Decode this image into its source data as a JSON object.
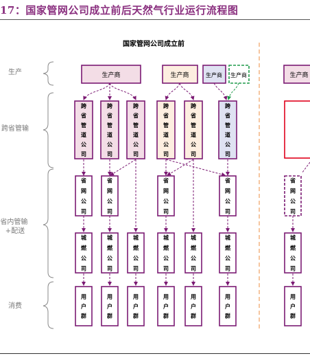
{
  "header": {
    "title": "17：国家管网公司成立前后天然气行业运行流程图"
  },
  "diagram": {
    "subtitle": "国家管网公司成立前",
    "stages": [
      "生产",
      "跨省管输",
      "省内管输\n+配送",
      "消费"
    ],
    "producer_label": "生产商",
    "interprov_label": "跨省管道公司",
    "provincial_label": "省网公司",
    "city_gas_label": "城燃公司",
    "user_label": "用户群"
  },
  "colors": {
    "accent": "#7b1a73",
    "pink": "#f3dde6",
    "peach": "#fdeee0",
    "lavender": "#dfe2f2",
    "green": "#1f9a4a",
    "red": "#e0001b",
    "divider": "#f0a060"
  }
}
